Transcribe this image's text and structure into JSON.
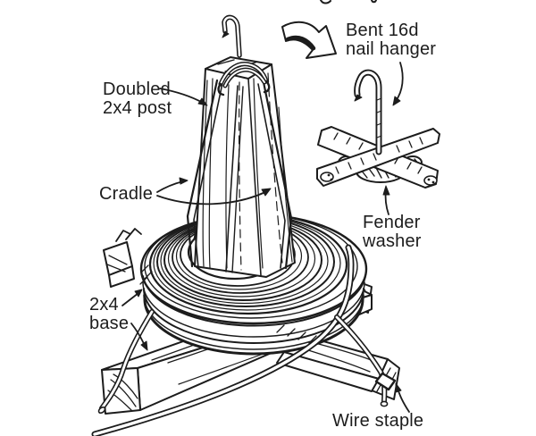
{
  "illustration": {
    "colors": {
      "ink": "#1c1c1c",
      "background": "#ffffff"
    },
    "labels": {
      "doubled_post": "Doubled\n2x4 post",
      "cradle": "Cradle",
      "nail_hanger": "Bent 16d\nnail hanger",
      "fender_washer": "Fender\nwasher",
      "base": "2x4\nbase",
      "wire_staple": "Wire staple"
    }
  }
}
